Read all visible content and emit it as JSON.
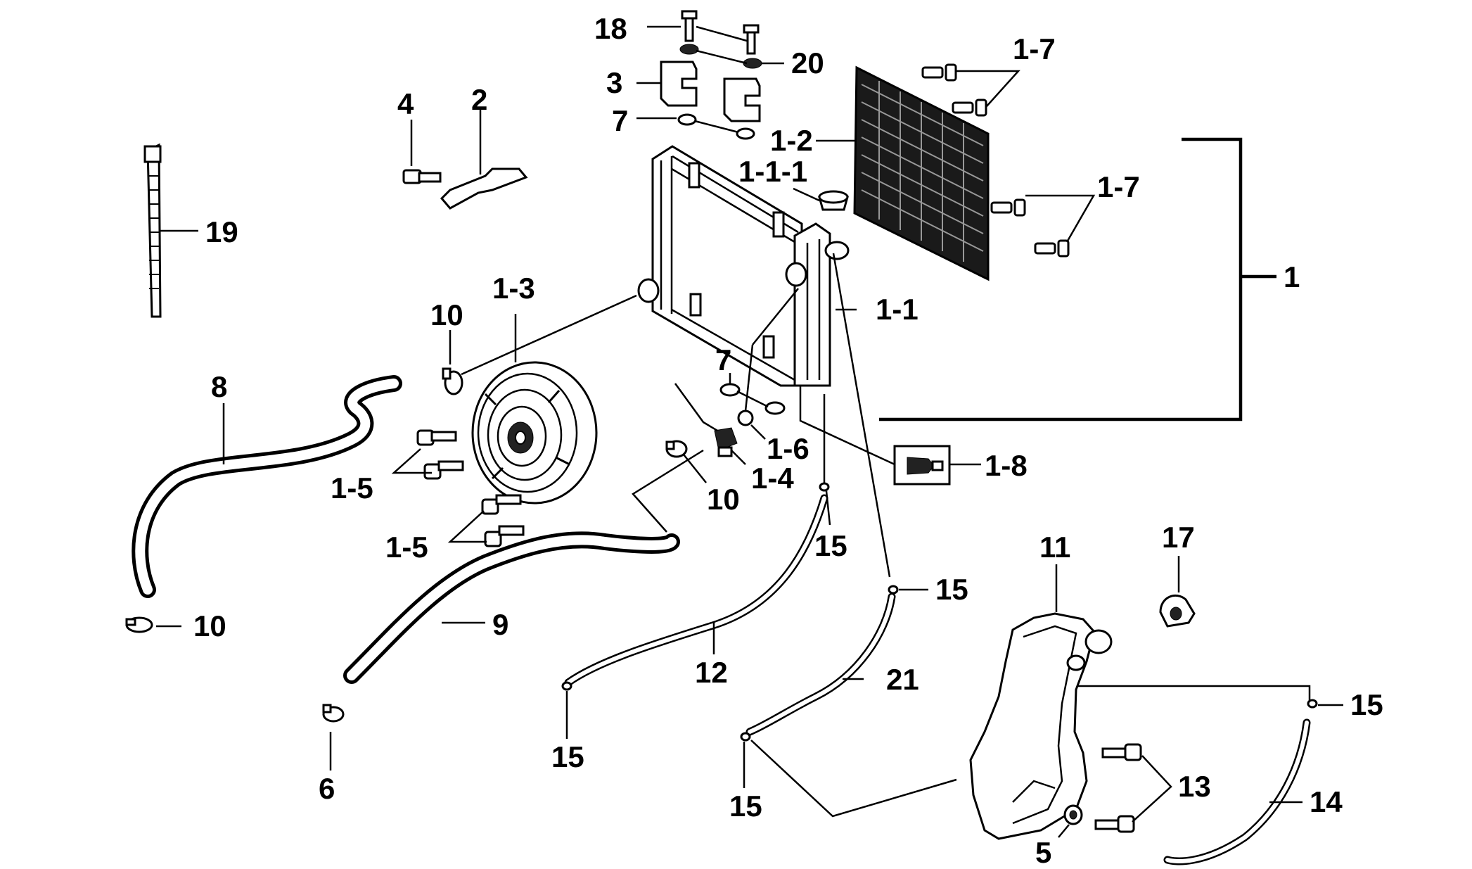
{
  "parts": [
    {
      "key": "l18",
      "text": "18",
      "desc": "bolt"
    },
    {
      "key": "l20",
      "text": "20",
      "desc": "washer"
    },
    {
      "key": "l3",
      "text": "3",
      "desc": "bracket"
    },
    {
      "key": "l7a",
      "text": "7",
      "desc": "washer"
    },
    {
      "key": "l17a",
      "text": "1-7",
      "desc": "bolt"
    },
    {
      "key": "l12a",
      "text": "1-2",
      "desc": "radiator-screen"
    },
    {
      "key": "l111",
      "text": "1-1-1",
      "desc": "radiator-cap"
    },
    {
      "key": "l17b",
      "text": "1-7",
      "desc": "bolt"
    },
    {
      "key": "l1",
      "text": "1",
      "desc": "radiator-assembly"
    },
    {
      "key": "l4",
      "text": "4",
      "desc": "bolt"
    },
    {
      "key": "l2",
      "text": "2",
      "desc": "stay"
    },
    {
      "key": "l19",
      "text": "19",
      "desc": "cable-tie"
    },
    {
      "key": "l13a",
      "text": "1-3",
      "desc": "fan"
    },
    {
      "key": "l10a",
      "text": "10",
      "desc": "clamp"
    },
    {
      "key": "l11b",
      "text": "1-1",
      "desc": "radiator-core"
    },
    {
      "key": "l8",
      "text": "8",
      "desc": "hose"
    },
    {
      "key": "l7b",
      "text": "7",
      "desc": "washer"
    },
    {
      "key": "l16",
      "text": "1-6",
      "desc": "o-ring"
    },
    {
      "key": "l14",
      "text": "1-4",
      "desc": "thermo-switch"
    },
    {
      "key": "l18b",
      "text": "1-8",
      "desc": "drain-plug"
    },
    {
      "key": "l15a",
      "text": "1-5",
      "desc": "bolt"
    },
    {
      "key": "l10b",
      "text": "10",
      "desc": "clamp"
    },
    {
      "key": "l15b",
      "text": "1-5",
      "desc": "bolt"
    },
    {
      "key": "l15c",
      "text": "15",
      "desc": "clip"
    },
    {
      "key": "l11",
      "text": "11",
      "desc": "reserve-tank"
    },
    {
      "key": "l17",
      "text": "17",
      "desc": "cap"
    },
    {
      "key": "l15d",
      "text": "15",
      "desc": "clip"
    },
    {
      "key": "l10c",
      "text": "10",
      "desc": "clamp"
    },
    {
      "key": "l9",
      "text": "9",
      "desc": "hose"
    },
    {
      "key": "l12",
      "text": "12",
      "desc": "tube"
    },
    {
      "key": "l21",
      "text": "21",
      "desc": "tube"
    },
    {
      "key": "l15e",
      "text": "15",
      "desc": "clip"
    },
    {
      "key": "l6",
      "text": "6",
      "desc": "clamp"
    },
    {
      "key": "l15f",
      "text": "15",
      "desc": "clip"
    },
    {
      "key": "l13",
      "text": "13",
      "desc": "bolt"
    },
    {
      "key": "l15g",
      "text": "15",
      "desc": "clip"
    },
    {
      "key": "l14b",
      "text": "14",
      "desc": "tube"
    },
    {
      "key": "l5",
      "text": "5",
      "desc": "washer"
    }
  ]
}
